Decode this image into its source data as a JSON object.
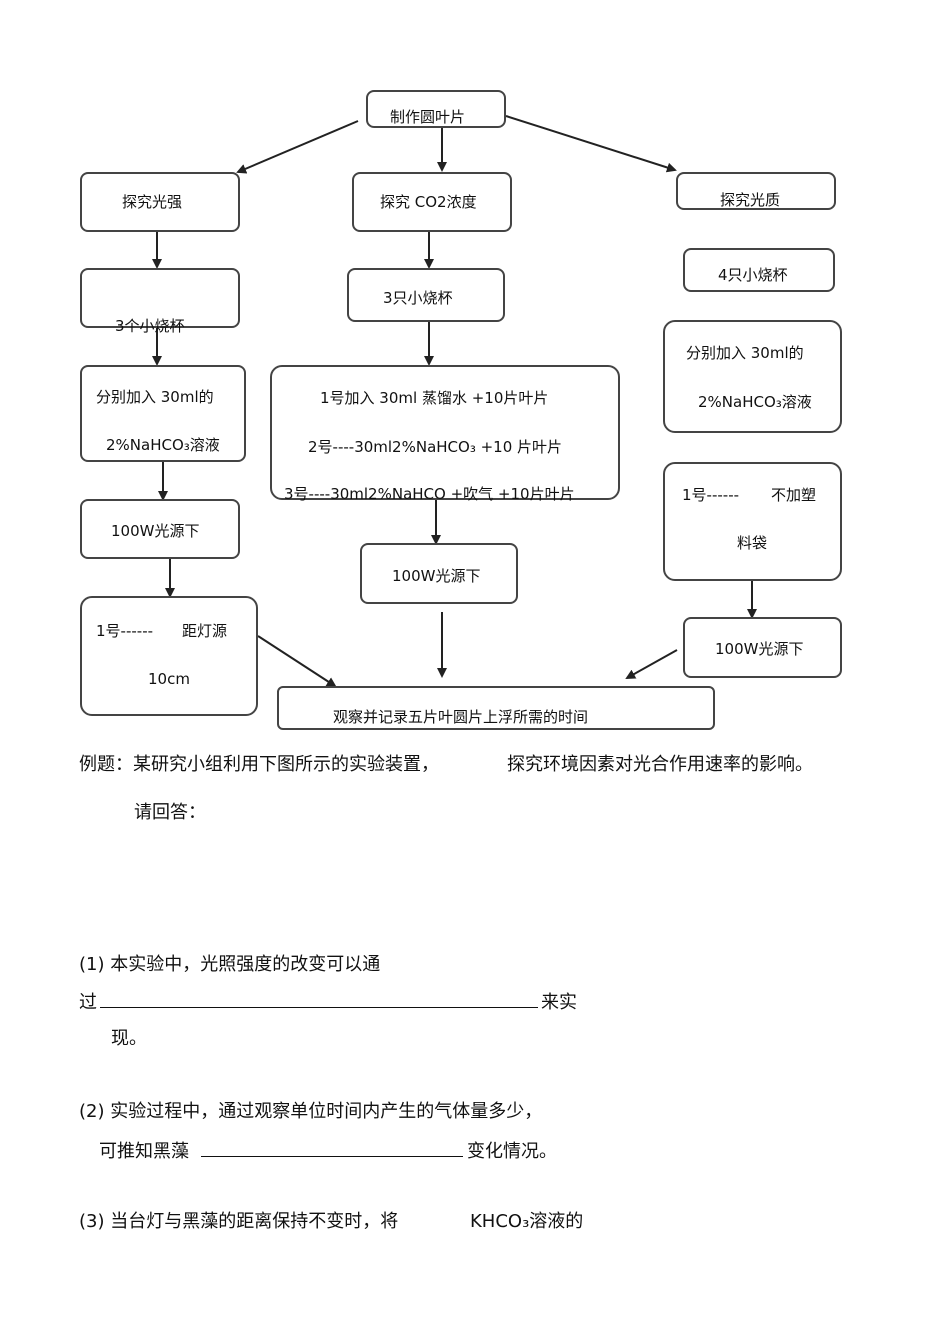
{
  "flowchart": {
    "root": "制作圆叶片",
    "branch1": {
      "title": "探究光强",
      "step1": "3个小烧杯",
      "step2_line1": "分别加入 30ml的",
      "step2_line2": "2%NaHCO₃溶液",
      "step3": "100W光源下",
      "step4_line1": "1号------",
      "step4_line1b": "距灯源",
      "step4_line2": "10cm"
    },
    "branch2": {
      "title": "探究 CO2浓度",
      "step1": "3只小烧杯",
      "step2_line1": "1号加入 30ml 蒸馏水 +10片叶片",
      "step2_line2": "2号----30ml2%NaHCO₃ +10 片叶片",
      "step2_line3": "3号----30ml2%NaHCO +吹气 +10片叶片",
      "step3": "100W光源下"
    },
    "branch3": {
      "title": "探究光质",
      "step1": "4只小烧杯",
      "step2_line1": "分别加入 30ml的",
      "step2_line2": "2%NaHCO₃溶液",
      "step3_line1": "1号------",
      "step3_line1b": "不加塑",
      "step3_line2": "料袋",
      "step4": "100W光源下"
    },
    "final": "观察并记录五片叶圆片上浮所需的时间"
  },
  "text": {
    "example_line1": "例题：某研究小组利用下图所示的实验装置，",
    "example_line1b": "探究环境因素对光合作用速率的影响。",
    "example_line2": "请回答：",
    "q1_line1": "(1) 本实验中，光照强度的改变可以通",
    "q1_prefix": "过",
    "q1_suffix": "来实",
    "q1_line3": "现。",
    "q2_line1": "(2) 实验过程中，通过观察单位时间内产生的气体量多少，",
    "q2_prefix": "可推知黑藻",
    "q2_suffix": "变化情况。",
    "q3_line1": "(3) 当台灯与黑藻的距离保持不变时，将",
    "q3_chem": "KHCO₃溶液的"
  }
}
